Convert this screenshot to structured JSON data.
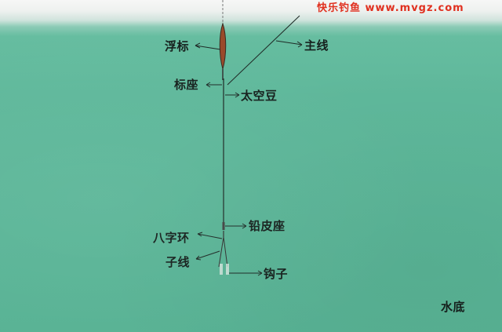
{
  "watermark": "快乐钓鱼 www.mvgz.com",
  "labels": {
    "float": "浮标",
    "main_line": "主线",
    "float_seat": "标座",
    "space_beans": "太空豆",
    "lead_seat": "铅皮座",
    "swivel": "八字环",
    "sub_line": "子线",
    "hook": "钩子",
    "bottom": "水底"
  }
}
